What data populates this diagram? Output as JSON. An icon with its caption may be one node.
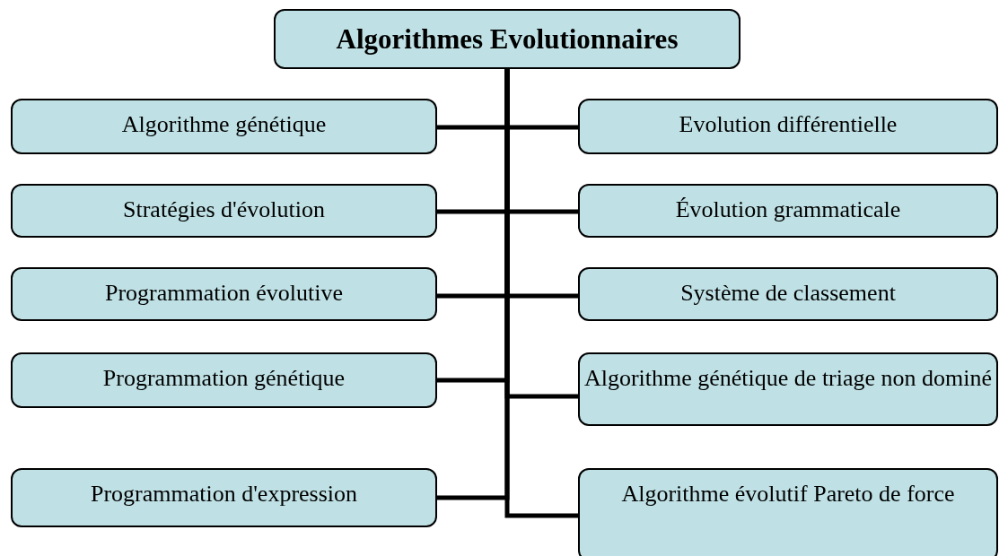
{
  "diagram": {
    "nodes": [
      {
        "text": [
          "Algorithmes Evolutionnaires"
        ]
      },
      {
        "text": [
          "Algorithme génétique"
        ]
      },
      {
        "text": [
          "Evolution différentielle"
        ]
      },
      {
        "text": [
          "Stratégies d'évolution"
        ]
      },
      {
        "text": [
          "Évolution grammaticale"
        ]
      },
      {
        "text": [
          "Programmation évolutive"
        ]
      },
      {
        "text": [
          "Système de classement"
        ]
      },
      {
        "text": [
          "Programmation génétique"
        ]
      },
      {
        "text": [
          "Algorithme génétique de triage non dominé"
        ]
      },
      {
        "text": [
          "Programmation d'expression"
        ]
      },
      {
        "text": [
          "Algorithme évolutif Pareto de force"
        ]
      }
    ],
    "edges": [
      {
        "from": 0,
        "to": 1,
        "arrow": "none"
      },
      {
        "from": 0,
        "to": 2,
        "arrow": "none"
      },
      {
        "from": 0,
        "to": 3,
        "arrow": "none"
      },
      {
        "from": 0,
        "to": 4,
        "arrow": "none"
      },
      {
        "from": 0,
        "to": 5,
        "arrow": "none"
      },
      {
        "from": 0,
        "to": 6,
        "arrow": "none"
      },
      {
        "from": 0,
        "to": 7,
        "arrow": "none"
      },
      {
        "from": 0,
        "to": 8,
        "arrow": "none"
      },
      {
        "from": 0,
        "to": 9,
        "arrow": "none"
      },
      {
        "from": 0,
        "to": 10,
        "arrow": "none"
      }
    ]
  }
}
